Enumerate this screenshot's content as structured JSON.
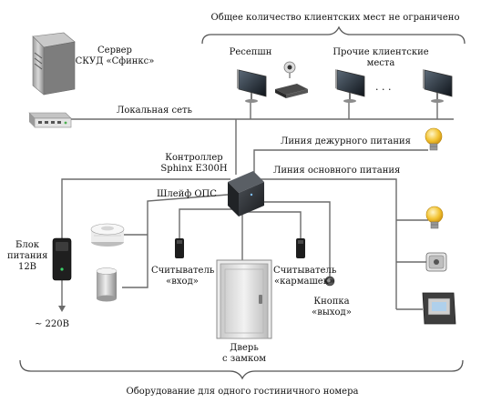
{
  "labels": {
    "client_places_note": "Общее количество клиентских мест не ограничено",
    "server_line1": "Сервер",
    "server_line2": "СКУД «Сфинкс»",
    "reception": "Ресепшн",
    "other_clients_line1": "Прочие клиентские",
    "other_clients_line2": "места",
    "ellipsis": "· · ·",
    "local_network": "Локальная сеть",
    "controller_line1": "Контроллер",
    "controller_line2": "Sphinx E300H",
    "standby_power": "Линия дежурного питания",
    "main_power": "Линия основного питания",
    "fire_loop": "Шлейф ОПС",
    "psu_line1": "Блок",
    "psu_line2": "питания",
    "psu_line3": "12В",
    "mains": "~ 220В",
    "reader_in_line1": "Считыватель",
    "reader_in_line2": "«вход»",
    "reader_pocket_line1": "Считыватель",
    "reader_pocket_line2": "«кармашек»",
    "button_line1": "Кнопка",
    "button_line2": "«выход»",
    "door_line1": "Дверь",
    "door_line2": "с замком",
    "room_equipment": "Оборудование для одного гостиничного номера"
  },
  "colors": {
    "wire": "#6b6b6b",
    "controller": "#2b2f33",
    "bulb": "#f2c230",
    "door": "#d8d8d8"
  },
  "icons": [
    "server-icon",
    "network-switch-icon",
    "monitor-icon",
    "webcam-icon",
    "card-encoder-icon",
    "controller-icon",
    "power-supply-icon",
    "smoke-detector-icon",
    "heat-detector-icon",
    "card-reader-icon",
    "exit-button-icon",
    "door-icon",
    "light-bulb-icon",
    "thermostat-icon",
    "card-holder-pocket-icon"
  ]
}
